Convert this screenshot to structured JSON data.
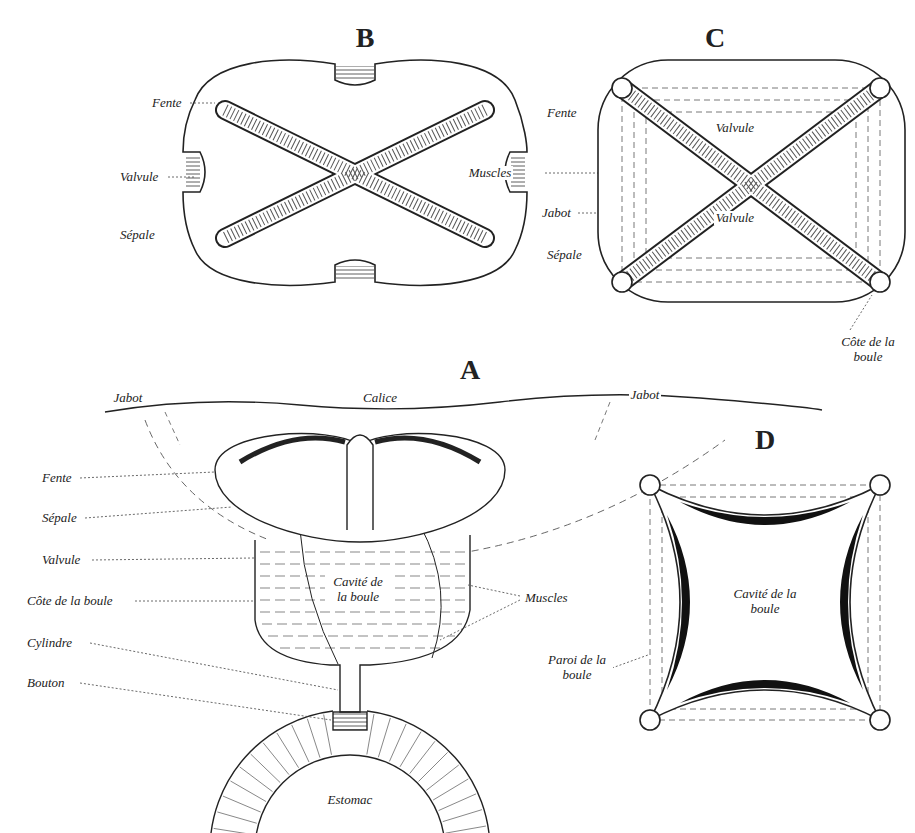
{
  "diagram": {
    "labels": [
      "B",
      "C",
      "Fente",
      "Valvule",
      "Sépale",
      "Fente",
      "Muscles",
      "Jabot",
      "Sépale",
      "Valvule",
      "Valvule",
      "Côte de la boule",
      "A",
      "D",
      "Jabot",
      "Calice",
      "Jabot",
      "Fente",
      "Sépale",
      "Valvule",
      "Côte de la boule",
      "Cylindre",
      "Bouton",
      "Cavité de la boule",
      "Muscles",
      "Cavité de la boule",
      "Paroi de la boule",
      "Estomac"
    ]
  }
}
